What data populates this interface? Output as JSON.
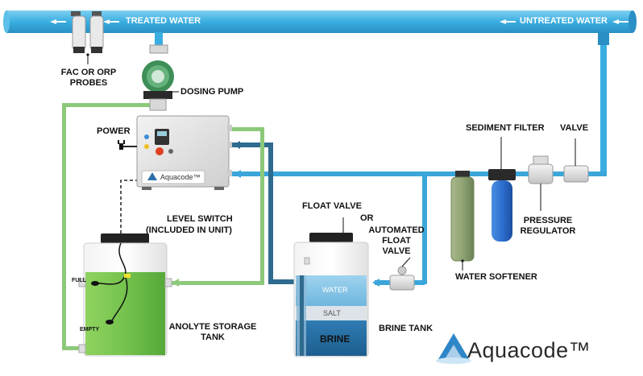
{
  "pipes": {
    "treated_water": "TREATED WATER",
    "untreated_water": "UNTREATED WATER"
  },
  "labels": {
    "fac_probes_line1": "FAC OR ORP",
    "fac_probes_line2": "PROBES",
    "dosing_pump": "DOSING PUMP",
    "power": "POWER",
    "level_switch_line1": "LEVEL SWITCH",
    "level_switch_line2": "(INCLUDED IN UNIT)",
    "float_valve": "FLOAT VALVE",
    "or": "OR",
    "automated_line1": "AUTOMATED",
    "automated_line2": "FLOAT",
    "automated_line3": "VALVE",
    "sediment_filter": "SEDIMENT FILTER",
    "valve": "VALVE",
    "pressure_line1": "PRESSURE",
    "pressure_line2": "REGULATOR",
    "water_softener": "WATER SOFTENER",
    "anolyte_line1": "ANOLYTE STORAGE",
    "anolyte_line2": "TANK",
    "brine_tank": "BRINE TANK"
  },
  "tank_levels": {
    "full": "FULL",
    "empty": "EMPTY"
  },
  "brine_layers": {
    "water": "WATER",
    "salt": "SALT",
    "brine": "BRINE"
  },
  "brand": {
    "logo": "Aquacode™",
    "badge": "Aquacode™"
  },
  "colors": {
    "water_pipe": "#3ba6d9",
    "treated_pipe": "#3fb6e6",
    "anolyte_line": "#8cc97a",
    "brine_line": "#2f6b8f",
    "anolyte_fill": "#7cc45a",
    "filter_blue": "#2a6fd0",
    "pump_green": "#3e8e57"
  },
  "icons": [
    "arrow-left-icon",
    "power-plug-icon",
    "logo-triangle-icon"
  ]
}
